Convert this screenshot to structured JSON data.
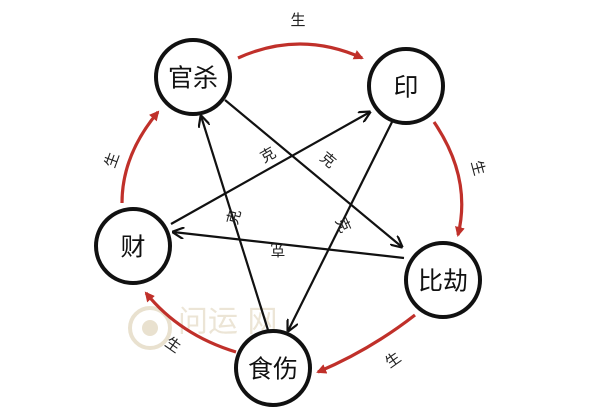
{
  "colors": {
    "cycle_arrow": "#c0302a",
    "control_arrow": "#111111",
    "node_border": "#111111",
    "watermark": "#e9e1cf"
  },
  "nodes": [
    {
      "id": "guansha",
      "label": "官杀"
    },
    {
      "id": "yin",
      "label": "印"
    },
    {
      "id": "bijie",
      "label": "比劫"
    },
    {
      "id": "shishang",
      "label": "食伤"
    },
    {
      "id": "cai",
      "label": "财"
    }
  ],
  "generating_cycle": [
    {
      "from": "guansha",
      "to": "yin",
      "label": "生"
    },
    {
      "from": "yin",
      "to": "bijie",
      "label": "生"
    },
    {
      "from": "bijie",
      "to": "shishang",
      "label": "生"
    },
    {
      "from": "shishang",
      "to": "cai",
      "label": "生"
    },
    {
      "from": "cai",
      "to": "guansha",
      "label": "生"
    }
  ],
  "controlling_cycle": [
    {
      "from": "guansha",
      "to": "bijie",
      "label": "克"
    },
    {
      "from": "bijie",
      "to": "cai",
      "label": "克"
    },
    {
      "from": "cai",
      "to": "yin",
      "label": "克"
    },
    {
      "from": "yin",
      "to": "shishang",
      "label": "克"
    },
    {
      "from": "shishang",
      "to": "guansha",
      "label": "克"
    }
  ],
  "watermark": {
    "text": "问运 网",
    "icon": "logo-circle-icon"
  }
}
